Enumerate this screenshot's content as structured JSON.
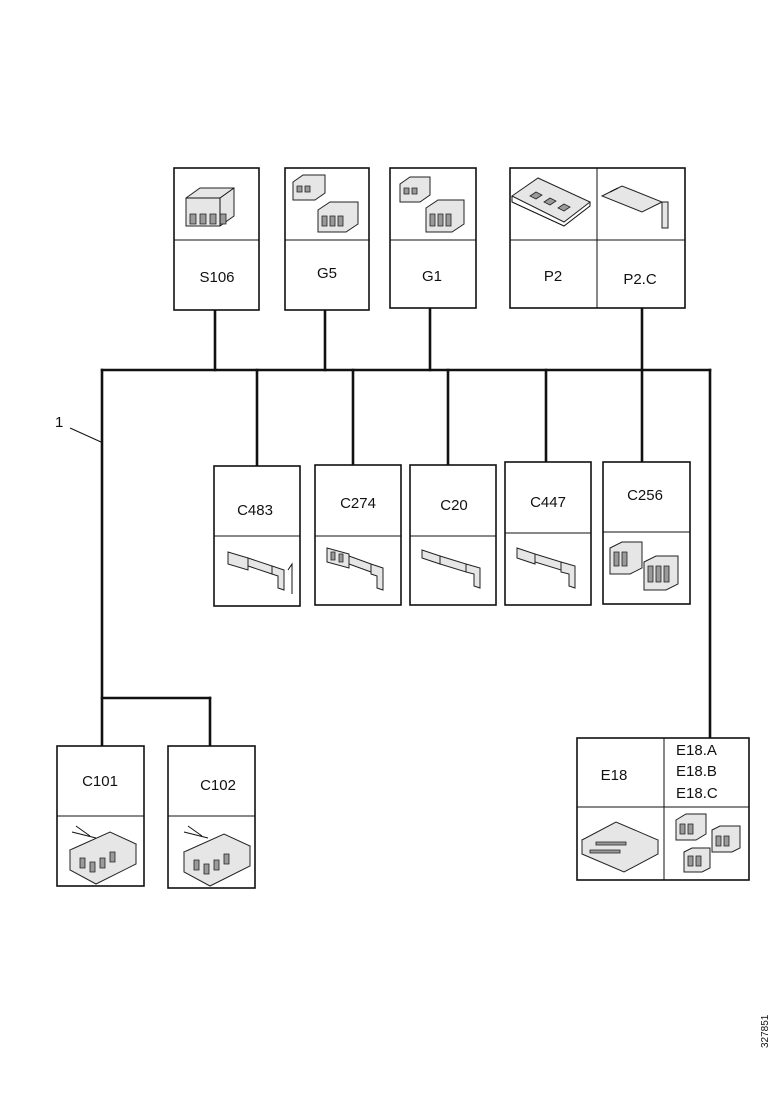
{
  "harness_label": "1",
  "figure_id": "327851",
  "connectors_top": {
    "s106": "S106",
    "g5": "G5",
    "g1": "G1",
    "p2": "P2",
    "p2c": "P2.C"
  },
  "connectors_middle": {
    "c483": "C483",
    "c274": "C274",
    "c20": "C20",
    "c447": "C447",
    "c256": "C256"
  },
  "connectors_bottom": {
    "c101": "C101",
    "c102": "C102",
    "e18": "E18",
    "e18a": "E18.A",
    "e18b": "E18.B",
    "e18c": "E18.C"
  },
  "icons": [
    "connector-housing-icon",
    "terminal-pin-icon",
    "ecu-module-icon"
  ]
}
